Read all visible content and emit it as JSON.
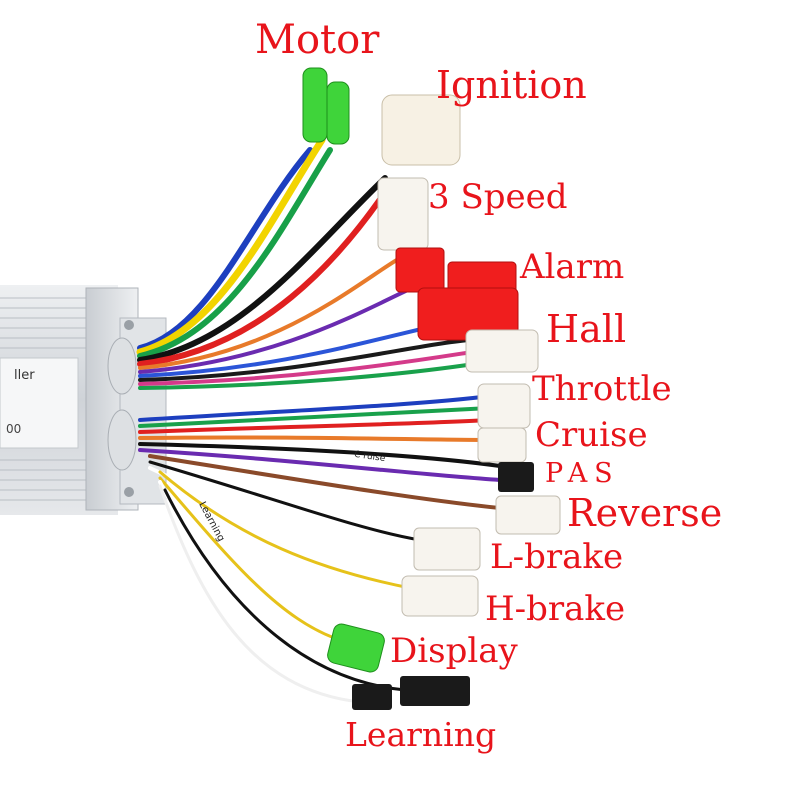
{
  "labels": {
    "motor": "Motor",
    "ignition": "Ignition",
    "speed3": "3 Speed",
    "alarm": "Alarm",
    "hall": "Hall",
    "throttle": "Throttle",
    "cruise": "Cruise",
    "pas": "PAS",
    "reverse": "Reverse",
    "l_brake": "L-brake",
    "h_brake": "H-brake",
    "display": "Display",
    "learning": "Learning"
  },
  "controller_sticker": {
    "line1": "ller",
    "line2": "00"
  },
  "wire_tags": {
    "cruise": "C ruise",
    "learning": "Learning"
  },
  "colors": {
    "label_red": "#e8141b",
    "connector_green": "#3fd43a",
    "connector_red": "#f01e1e",
    "connector_white": "#f7f4ee",
    "connector_black": "#1a1a1a",
    "housing_silver": "#d7dade"
  }
}
